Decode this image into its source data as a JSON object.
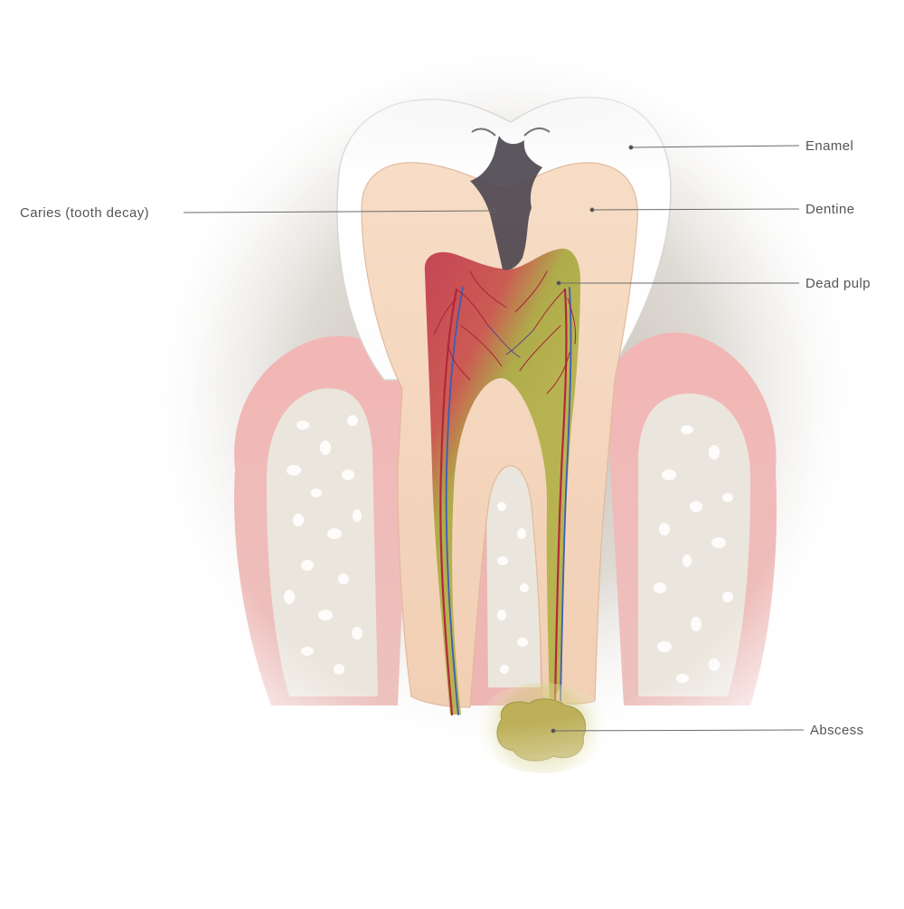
{
  "labels": {
    "enamel": "Enamel",
    "caries": "Caries (tooth decay)",
    "dentine": "Dentine",
    "dead_pulp": "Dead pulp",
    "abscess": "Abscess"
  },
  "colors": {
    "enamel": "#fbfbfb",
    "dentine": "#f3d3bb",
    "gum": "#eba4a4",
    "bone": "#ebe6dd",
    "pulp_live": "#c8454f",
    "pulp_dead": "#a7ac3f",
    "caries": "#4e4850",
    "abscess": "#bdb059",
    "leader_line": "#6b6b6b"
  }
}
